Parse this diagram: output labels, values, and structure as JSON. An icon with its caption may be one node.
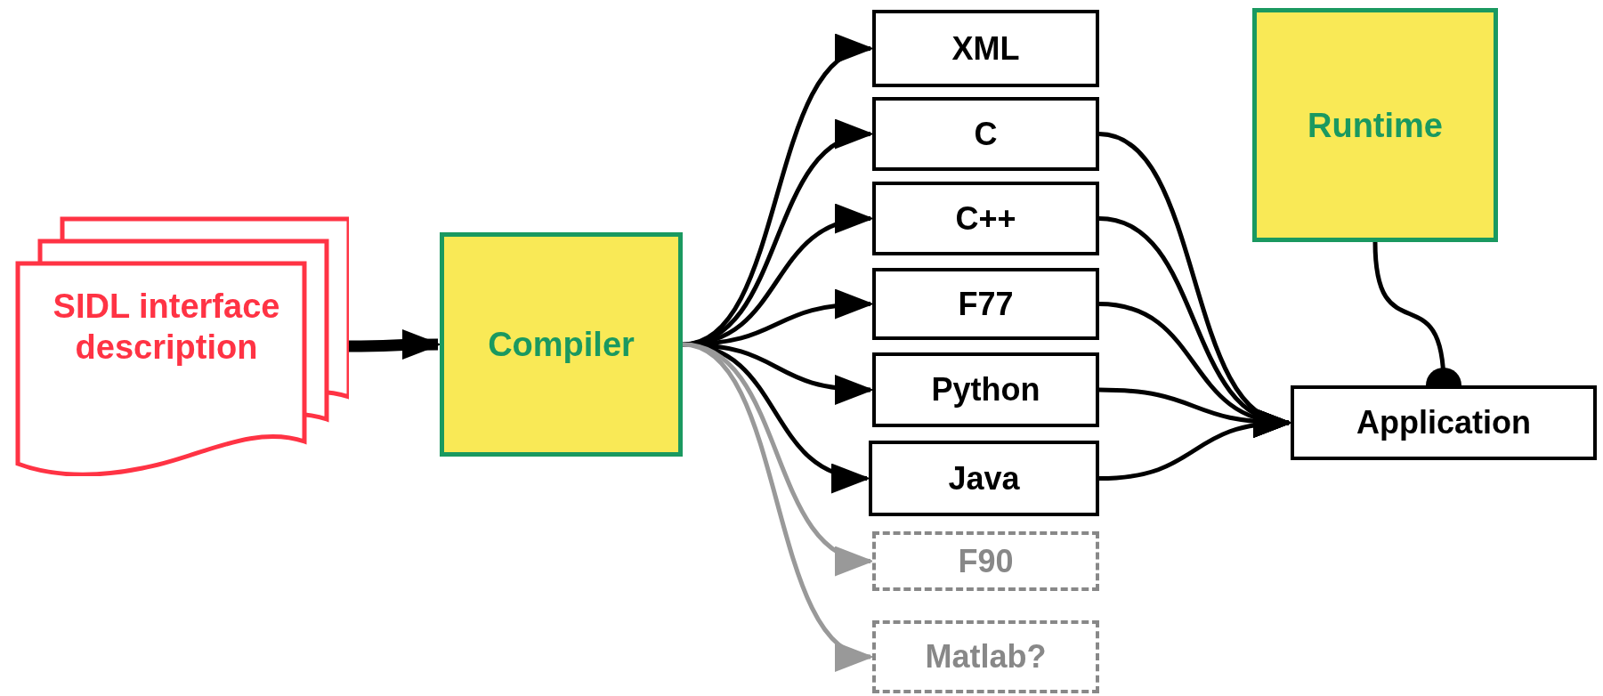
{
  "diagram": {
    "nodes": [
      {
        "text": [
          "SIDL interface description"
        ]
      },
      {
        "text": [
          "Compiler"
        ]
      },
      {
        "text": [
          "XML"
        ]
      },
      {
        "text": [
          "C"
        ]
      },
      {
        "text": [
          "C++"
        ]
      },
      {
        "text": [
          "F77"
        ]
      },
      {
        "text": [
          "Python"
        ]
      },
      {
        "text": [
          "Java"
        ]
      },
      {
        "text": [
          "F90"
        ]
      },
      {
        "text": [
          "Matlab?"
        ]
      },
      {
        "text": [
          "Runtime"
        ]
      },
      {
        "text": [
          "Application"
        ]
      }
    ],
    "edges": [
      {
        "from": 0,
        "to": 1,
        "arrow": "to",
        "style": "thick"
      },
      {
        "from": 1,
        "to": 2,
        "arrow": "to"
      },
      {
        "from": 1,
        "to": 3,
        "arrow": "to"
      },
      {
        "from": 1,
        "to": 4,
        "arrow": "to"
      },
      {
        "from": 1,
        "to": 5,
        "arrow": "to"
      },
      {
        "from": 1,
        "to": 6,
        "arrow": "to"
      },
      {
        "from": 1,
        "to": 7,
        "arrow": "to"
      },
      {
        "from": 1,
        "to": 8,
        "arrow": "to",
        "color": "#999999"
      },
      {
        "from": 1,
        "to": 9,
        "arrow": "to",
        "color": "#999999"
      },
      {
        "from": 3,
        "to": 11,
        "arrow": "to"
      },
      {
        "from": 4,
        "to": 11,
        "arrow": "to"
      },
      {
        "from": 5,
        "to": 11,
        "arrow": "to"
      },
      {
        "from": 6,
        "to": 11,
        "arrow": "to"
      },
      {
        "from": 7,
        "to": 11,
        "arrow": "to"
      },
      {
        "from": 10,
        "to": 11,
        "arrow": "other"
      }
    ]
  }
}
